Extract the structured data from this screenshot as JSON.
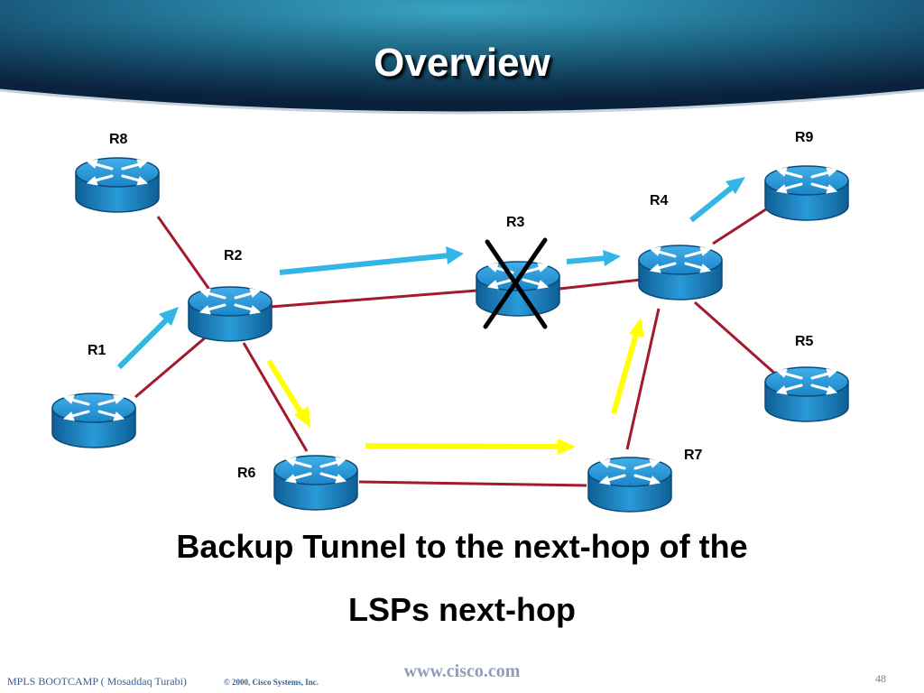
{
  "slide": {
    "title": "Overview",
    "caption_line1": "Backup Tunnel to the next-hop of the",
    "caption_line2": "LSPs next-hop"
  },
  "routers": {
    "r1": "R1",
    "r2": "R2",
    "r3": "R3",
    "r4": "R4",
    "r5": "R5",
    "r6": "R6",
    "r7": "R7",
    "r8": "R8",
    "r9": "R9"
  },
  "footer": {
    "left": "MPLS BOOTCAMP ( Mosaddaq Turabi)",
    "copyright": "© 2000, Cisco Systems, Inc.",
    "url": "www.cisco.com",
    "page": "48"
  },
  "colors": {
    "header": "#1f6c8f",
    "link": "#a3192e",
    "primary_lsp_arrow": "#33b5e5",
    "backup_tunnel_arrow": "#ffff00",
    "router": "#1a84c7"
  }
}
